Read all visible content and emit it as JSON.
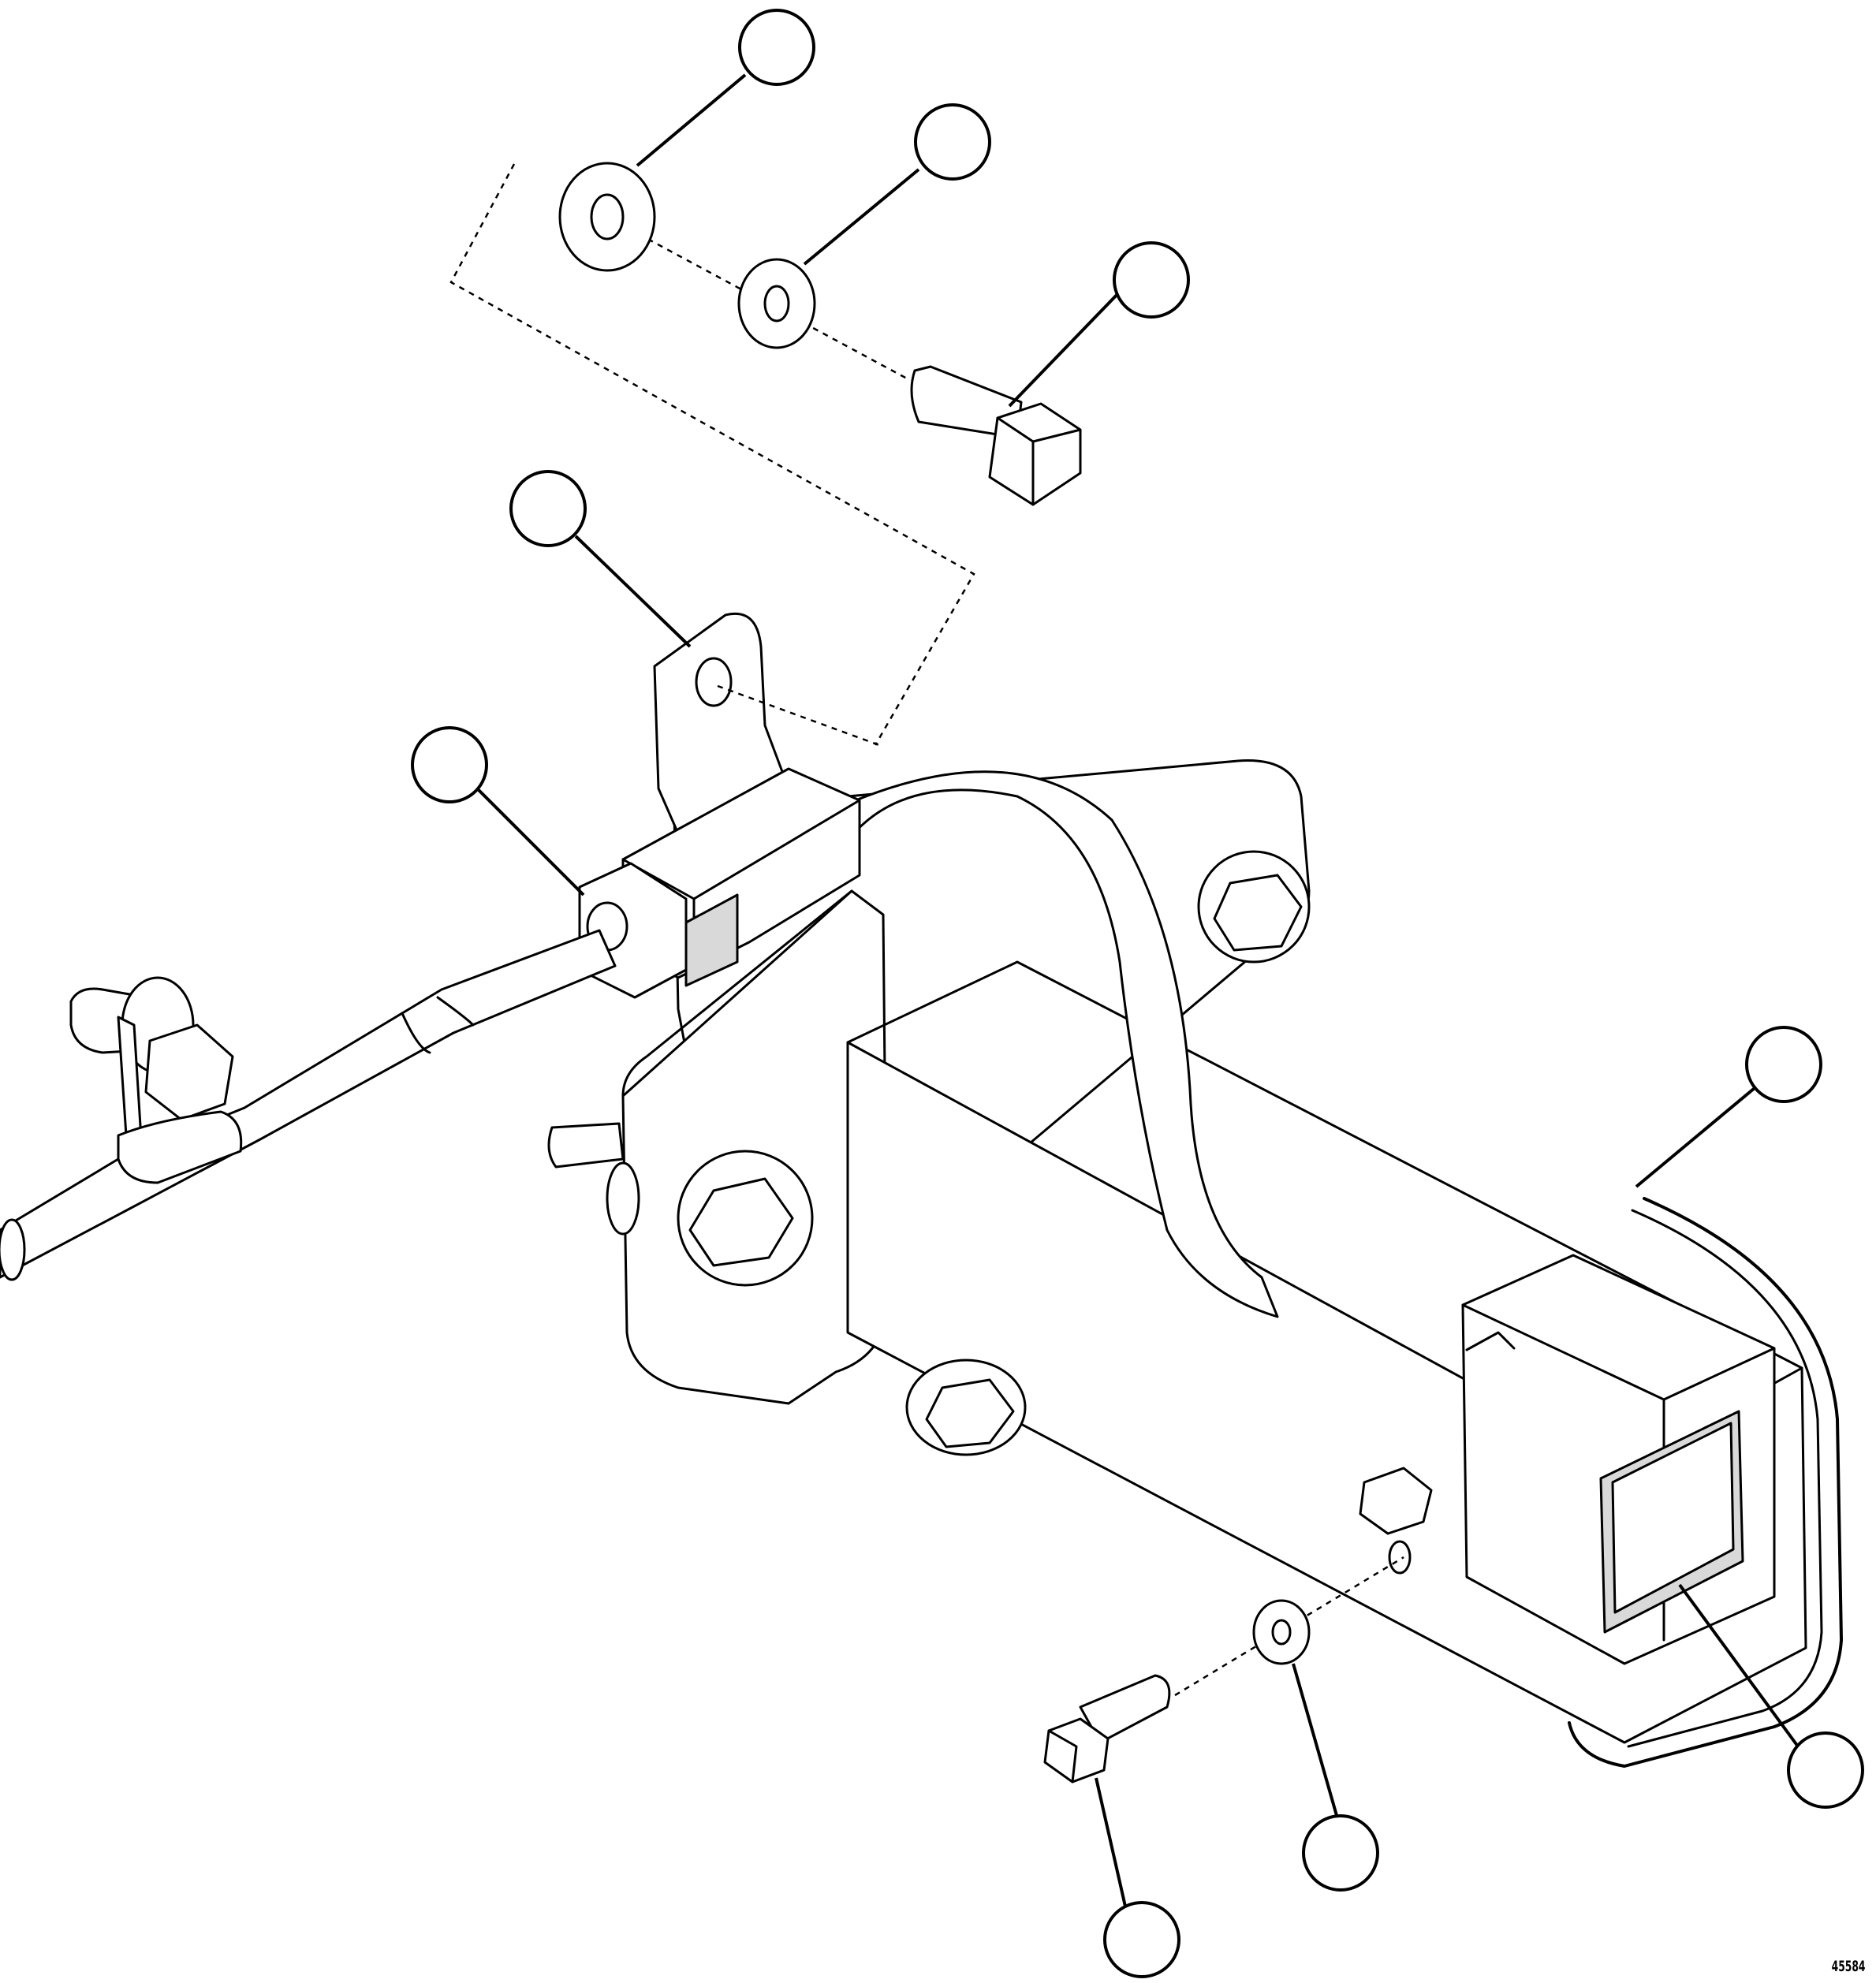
{
  "figure": {
    "number": "45584",
    "callouts": [
      {
        "id": "callout-1",
        "label": ""
      },
      {
        "id": "callout-2",
        "label": ""
      },
      {
        "id": "callout-3",
        "label": ""
      },
      {
        "id": "callout-4",
        "label": ""
      },
      {
        "id": "callout-5",
        "label": ""
      },
      {
        "id": "callout-6",
        "label": ""
      },
      {
        "id": "callout-7",
        "label": ""
      },
      {
        "id": "callout-8",
        "label": ""
      },
      {
        "id": "callout-9",
        "label": ""
      }
    ]
  }
}
